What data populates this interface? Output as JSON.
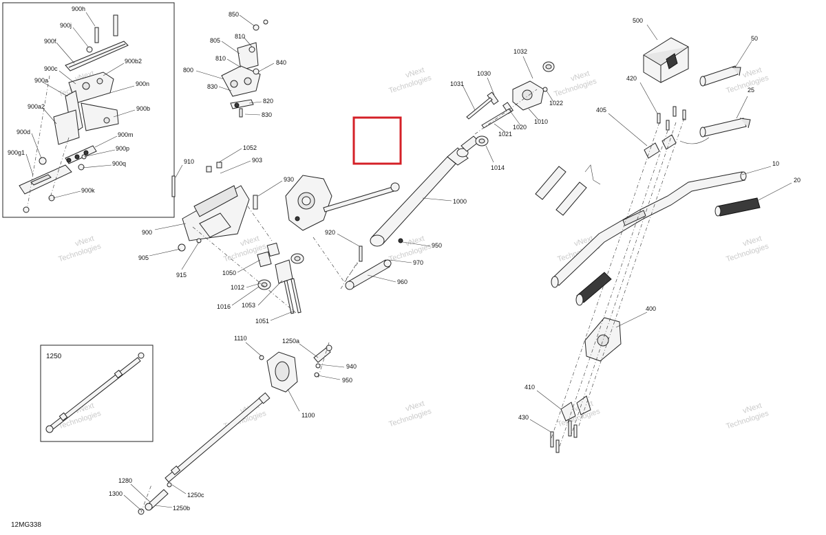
{
  "diagram_id": "12MG338",
  "inset_label": "1250",
  "labels": {
    "l850": "850",
    "l810a": "810",
    "l805": "805",
    "l810b": "810",
    "l840": "840",
    "l800": "800",
    "l830a": "830",
    "l820": "820",
    "l830b": "830",
    "l900h": "900h",
    "l900j": "900j",
    "l900f": "900f",
    "l900c": "900c",
    "l900b2": "900b2",
    "l900a": "900a",
    "l900n": "900n",
    "l900a2": "900a2",
    "l900b": "900b",
    "l900d": "900d",
    "l900m": "900m",
    "l900p": "900p",
    "l900g1": "900g1",
    "l900q": "900q",
    "l900k": "900k",
    "l910": "910",
    "l1052": "1052",
    "l903": "903",
    "l930": "930",
    "l900": "900",
    "l905": "905",
    "l915": "915",
    "l1050": "1050",
    "l1012": "1012",
    "l1016": "1016",
    "l1053": "1053",
    "l1051": "1051",
    "l920": "920",
    "l950": "950",
    "l970": "970",
    "l960": "960",
    "l1000": "1000",
    "l1030": "1030",
    "l1032": "1032",
    "l1031": "1031",
    "l1022": "1022",
    "l1020": "1020",
    "l1010": "1010",
    "l1021": "1021",
    "l1014": "1014",
    "l500": "500",
    "l50": "50",
    "l420": "420",
    "l25": "25",
    "l405": "405",
    "l10": "10",
    "l20": "20",
    "l400": "400",
    "l410": "410",
    "l430": "430",
    "l1110": "1110",
    "l1250a": "1250a",
    "l940": "940",
    "l950b": "950",
    "l1100": "1100",
    "l1280": "1280",
    "l1300": "1300",
    "l1250c": "1250c",
    "l1250b": "1250b"
  },
  "watermarks": {
    "line1": "vNext",
    "line2": "Technologies"
  },
  "colors": {
    "highlight": "#d42027",
    "line": "#222222",
    "watermark": "#c4c4c4"
  }
}
